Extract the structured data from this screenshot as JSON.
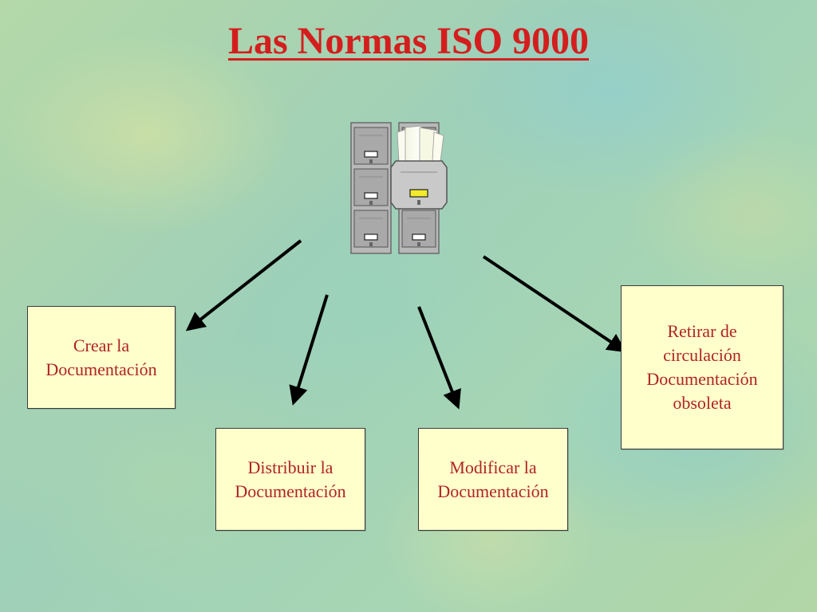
{
  "slide": {
    "title": "Las Normas ISO 9000"
  },
  "center_icon": "filing-cabinet-icon",
  "boxes": {
    "crear": "Crear  la\nDocumentación",
    "distribuir": "Distribuir  la\nDocumentación",
    "modificar": "Modificar  la\nDocumentación",
    "retirar": "Retirar de\ncirculación\nDocumentación\nobsoleta"
  },
  "colors": {
    "title": "#d41e1e",
    "box_text": "#b02424",
    "box_fill": "#ffffcc",
    "arrow": "#000000"
  }
}
